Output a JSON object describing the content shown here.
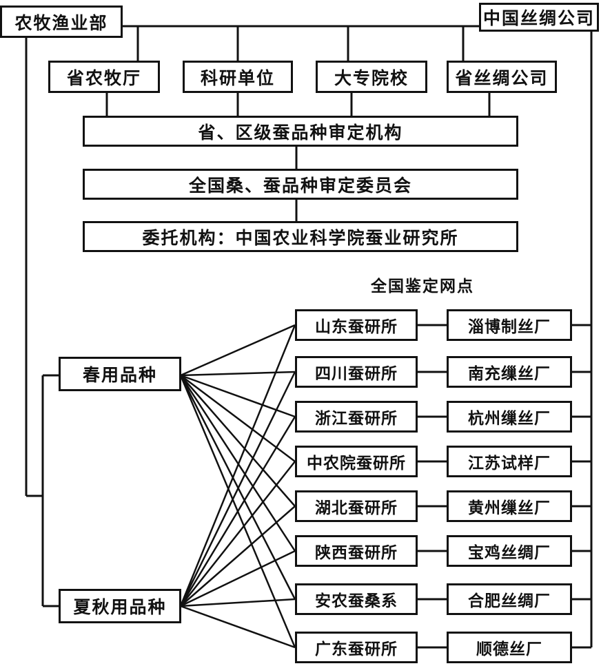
{
  "top": {
    "ministry": "农牧渔业部",
    "silk_company": "中国丝绸公司"
  },
  "level2": [
    "省农牧厅",
    "科研单位",
    "大专院校",
    "省丝绸公司"
  ],
  "provincial_committee": "省、区级蚕品种审定机构",
  "national_committee": "全国桑、蚕品种审定委员会",
  "entrusted": "委托机构：中国农业科学院蚕业研究所",
  "network_title": "全国鉴定网点",
  "varieties": [
    "春用品种",
    "夏秋用品种"
  ],
  "institutes": [
    "山东蚕研所",
    "四川蚕研所",
    "浙江蚕研所",
    "中农院蚕研所",
    "湖北蚕研所",
    "陕西蚕研所",
    "安农蚕桑系",
    "广东蚕研所"
  ],
  "factories": [
    "淄博制丝厂",
    "南充缫丝厂",
    "杭州缫丝厂",
    "江苏试样厂",
    "黄州缫丝厂",
    "宝鸡丝绸厂",
    "合肥丝绸厂",
    "顺德丝厂"
  ]
}
